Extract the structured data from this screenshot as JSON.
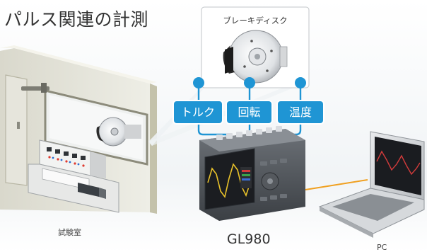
{
  "title": "パルス関連の計測",
  "brake_disc_label": "ブレーキディスク",
  "tags": {
    "torque": "トルク",
    "rotation": "回転",
    "temperature": "温度"
  },
  "test_room_label": "試験室",
  "logger_model": "GL980",
  "pc_label": "PC",
  "colors": {
    "accent_blue": "#1f95d4",
    "pc_link_orange": "#f0a020"
  }
}
